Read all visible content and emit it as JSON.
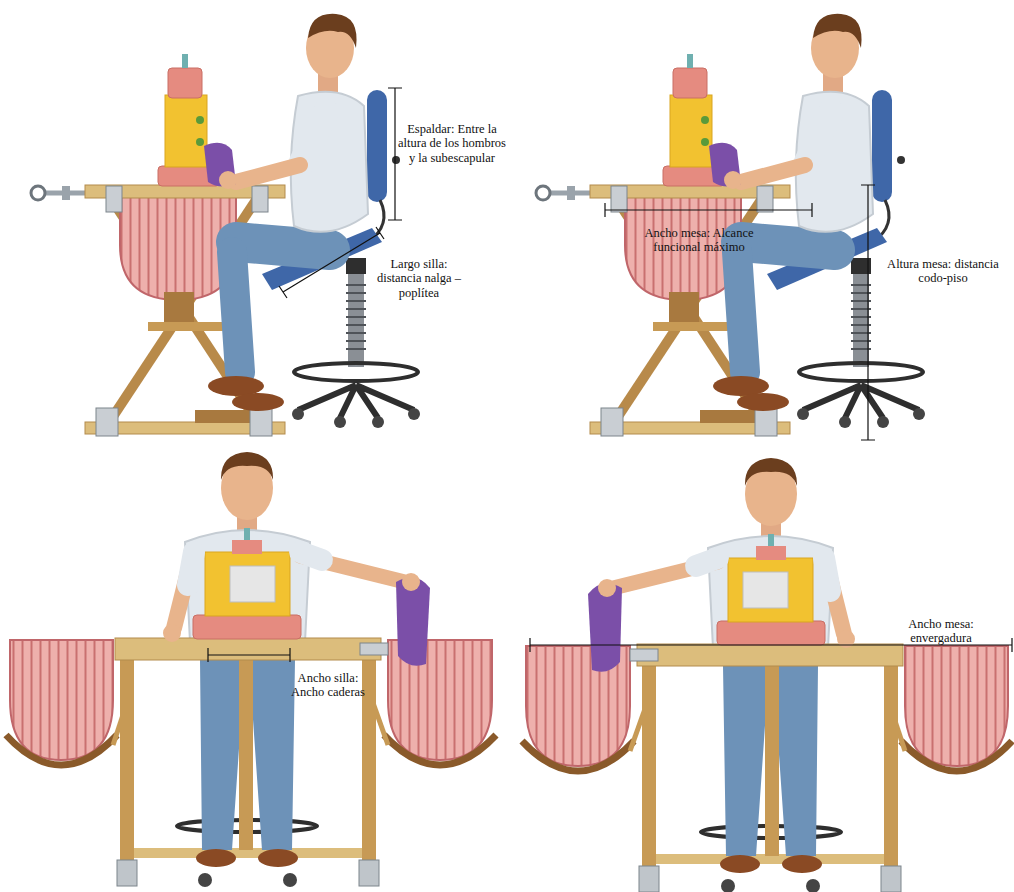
{
  "diagram": {
    "labels": [
      "Espaldar: Entre la altura de los hombros y la subescapular",
      "Largo silla: distancia nalga – poplítea",
      "Ancho mesa: Alcance funcional máximo",
      "Altura mesa: distancia codo-piso",
      "Ancho silla: Ancho caderas",
      "Ancho mesa: envergadura"
    ]
  }
}
